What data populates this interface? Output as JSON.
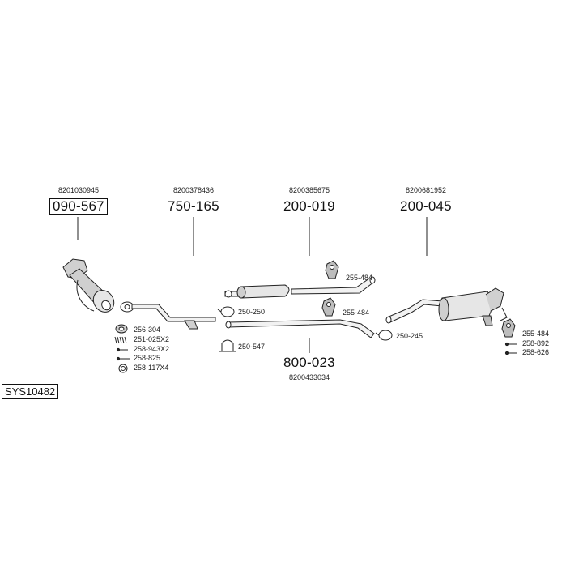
{
  "system_code": "SYS10482",
  "components": [
    {
      "ref": "8201030945",
      "part": "090-567"
    },
    {
      "ref": "8200378436",
      "part": "750-165"
    },
    {
      "ref": "8200385675",
      "part": "200-019"
    },
    {
      "ref": "8200681952",
      "part": "200-045"
    },
    {
      "ref": "8200433034",
      "part": "800-023"
    }
  ],
  "catalyst_fittings": [
    "256-304",
    "251-025X2",
    "258-943X2",
    "258-825",
    "258-117X4"
  ],
  "clamps": [
    "250-250",
    "250-547",
    "250-245"
  ],
  "hangers": [
    "255-484",
    "255-484"
  ],
  "rear_fittings": [
    "255-484",
    "258-892",
    "258-626"
  ],
  "colors": {
    "line": "#222222",
    "part_fill": "#e6e6e6",
    "shade": "#9a9a9a"
  }
}
